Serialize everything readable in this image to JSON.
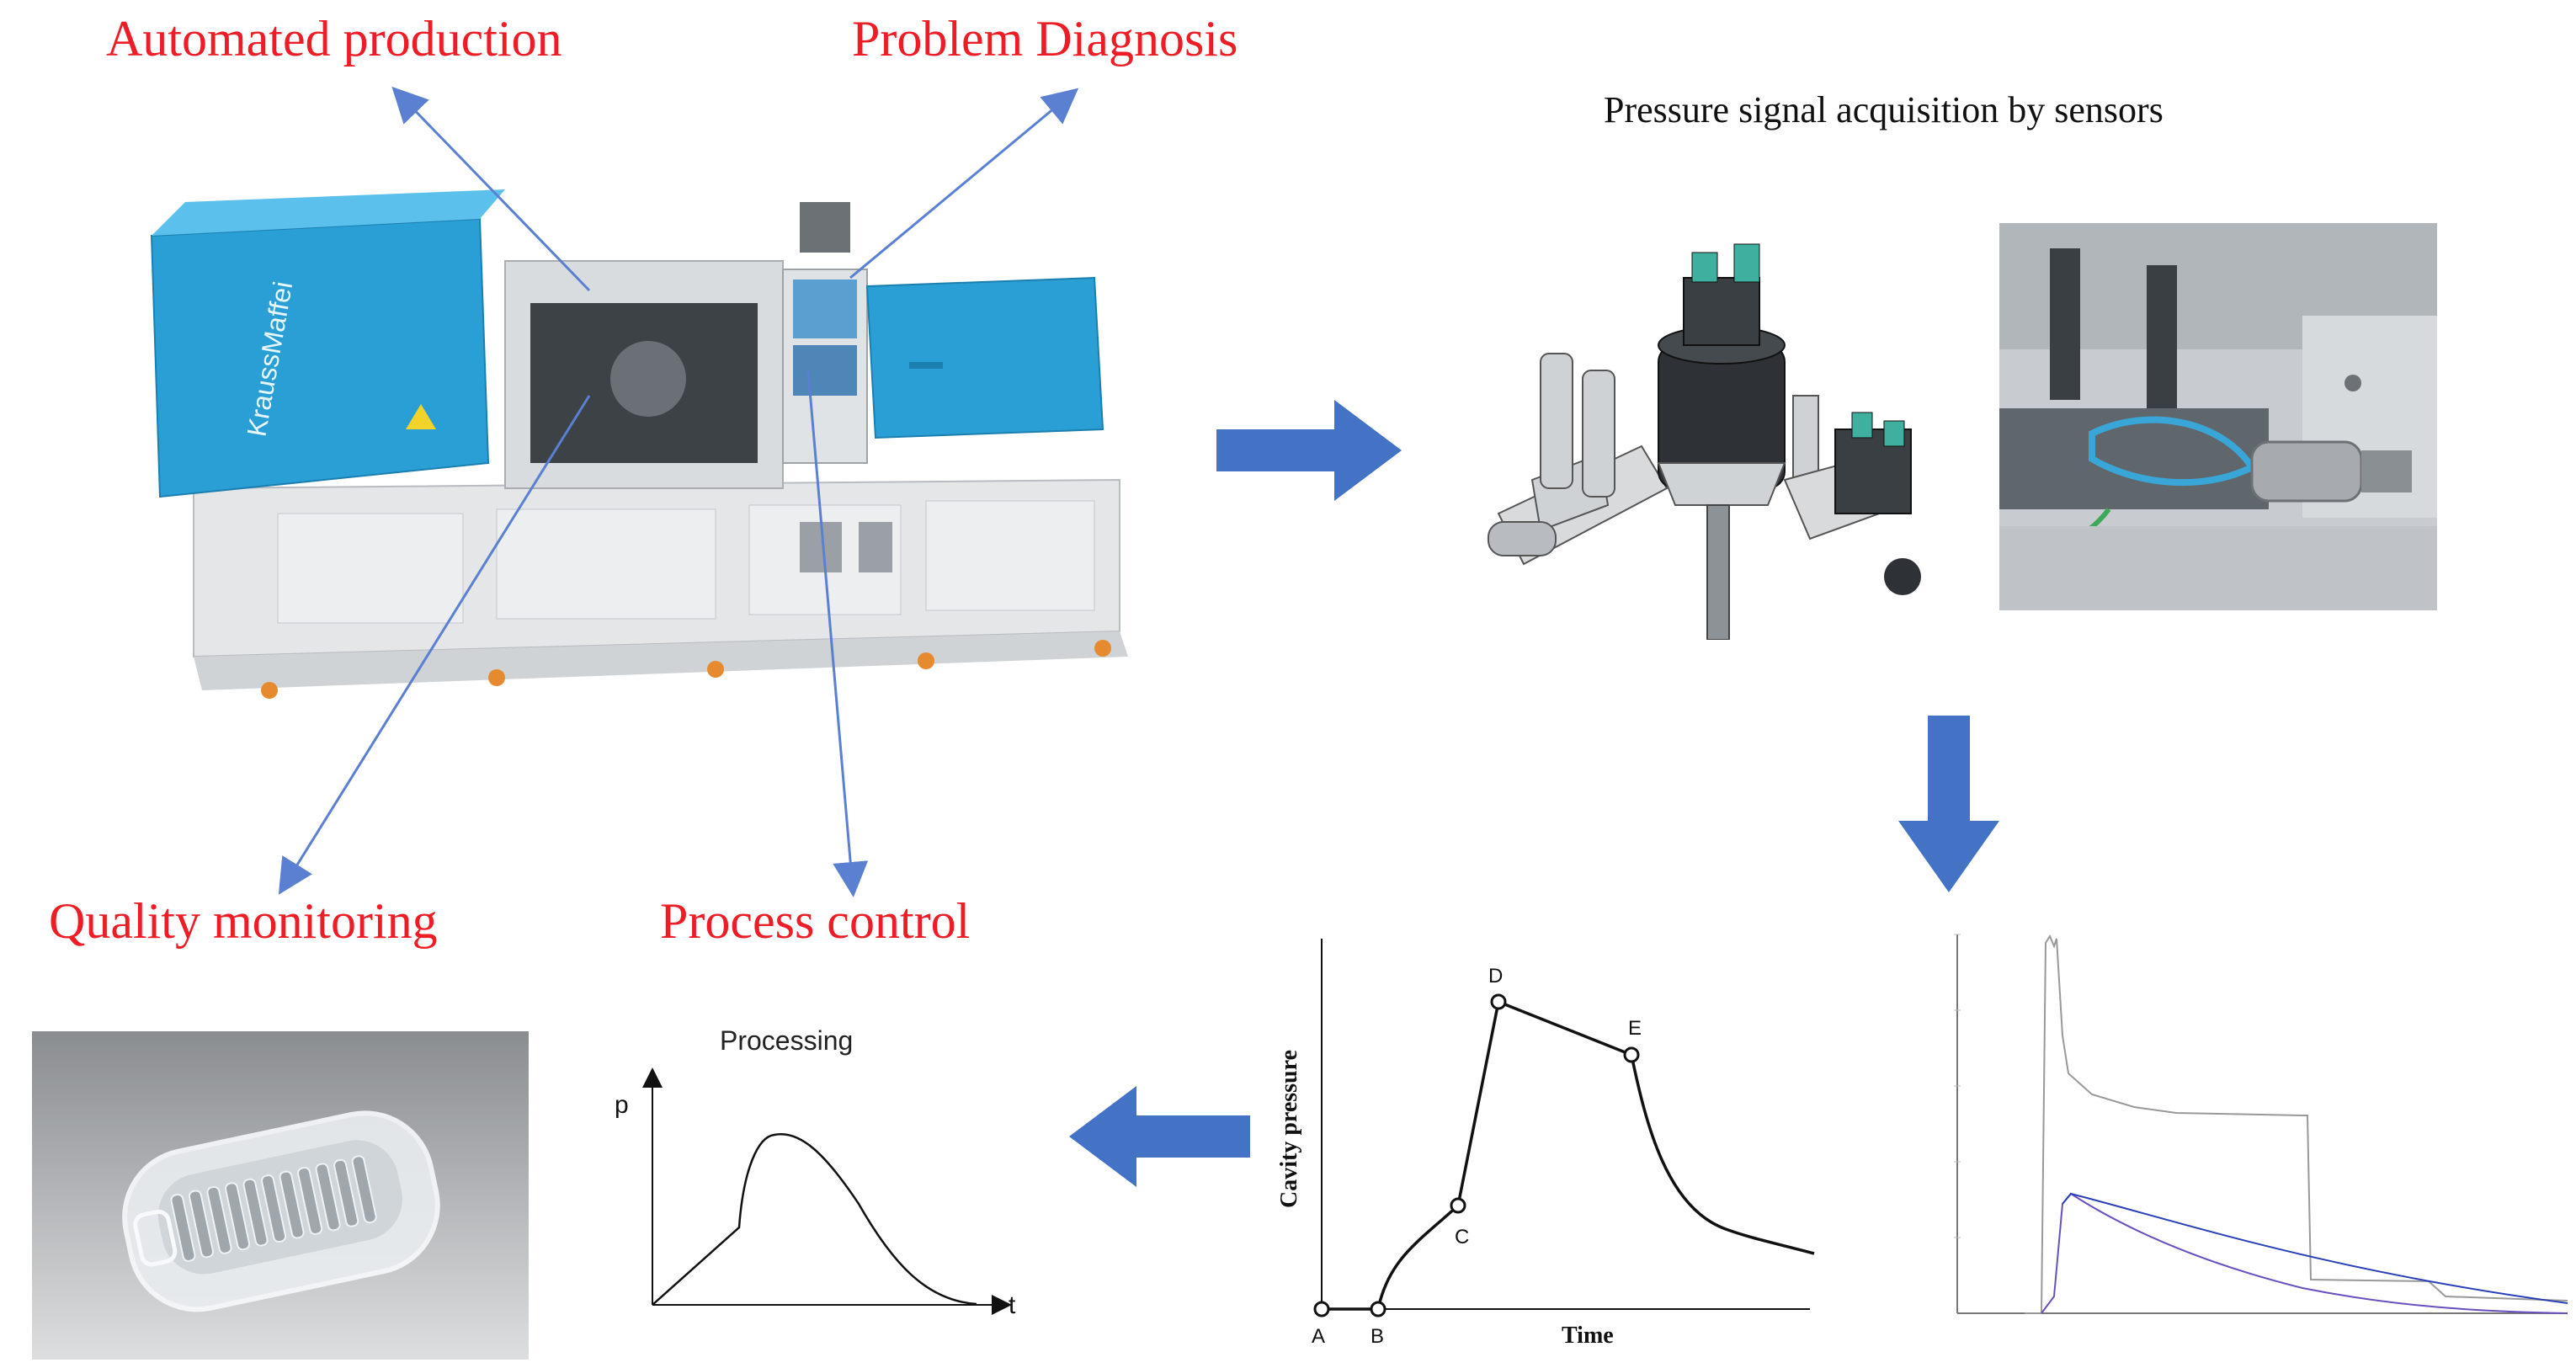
{
  "labels": {
    "automated_production": "Automated production",
    "problem_diagnosis": "Problem Diagnosis",
    "quality_monitoring": "Quality monitoring",
    "process_control": "Process control",
    "pressure_acquisition": "Pressure signal acquisition by sensors",
    "processing": "Processing",
    "brand": "KraussMaffei"
  },
  "curve_chart": {
    "ylabel": "p",
    "xlabel": "t"
  },
  "cavity_chart": {
    "ylabel": "Cavity pressure",
    "xlabel": "Time",
    "points": [
      "A",
      "B",
      "C",
      "D",
      "E"
    ]
  },
  "colors": {
    "label_red": "#ee1c25",
    "arrow_blue": "#4472c4",
    "pointer_blue": "#5b7fd1",
    "machine_blue": "#2a9fd6"
  }
}
